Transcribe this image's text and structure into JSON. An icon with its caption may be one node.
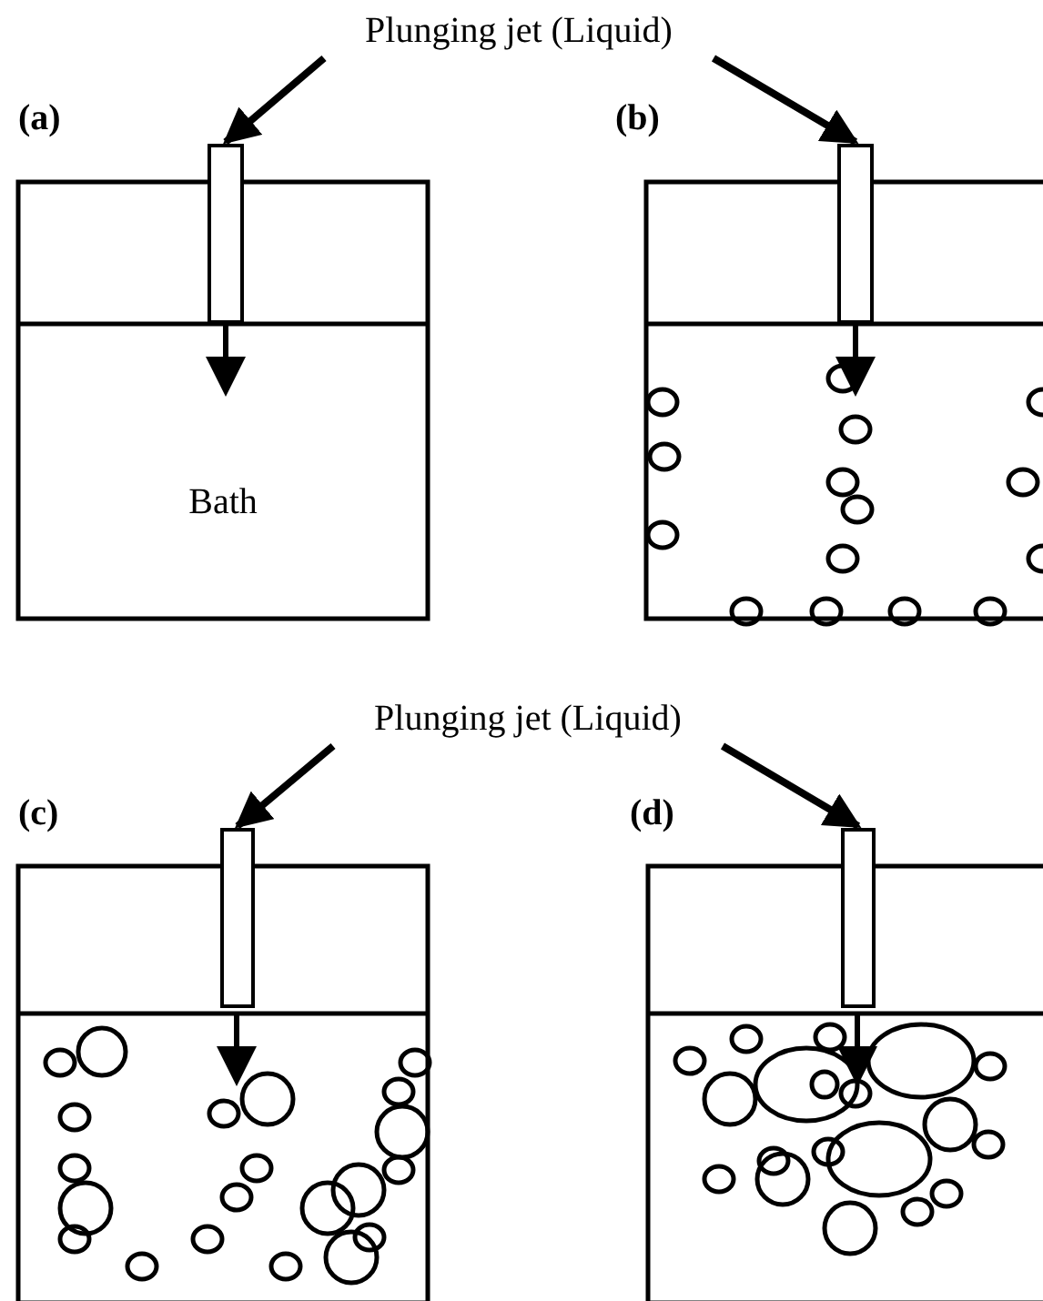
{
  "diagram": {
    "nodes": [
      {
        "text": [
          "Plunging jet (Liquid)"
        ]
      },
      {
        "text": [],
        "shape": "box"
      },
      {
        "text": [],
        "shape": "box"
      },
      {
        "text": [
          "Bath"
        ]
      },
      {
        "text": [
          "Plunging jet (Liquid)"
        ]
      },
      {
        "text": [],
        "shape": "box"
      },
      {
        "text": [],
        "shape": "box"
      }
    ],
    "edges": [
      {
        "from": 0,
        "to": 1,
        "arrow": "to"
      },
      {
        "from": 0,
        "to": 2,
        "arrow": "to"
      },
      {
        "from": 4,
        "to": 5,
        "arrow": "to"
      },
      {
        "from": 4,
        "to": 6,
        "arrow": "to"
      }
    ],
    "labels": [
      "(a)",
      "(b)",
      "(c)",
      "(d)"
    ]
  }
}
